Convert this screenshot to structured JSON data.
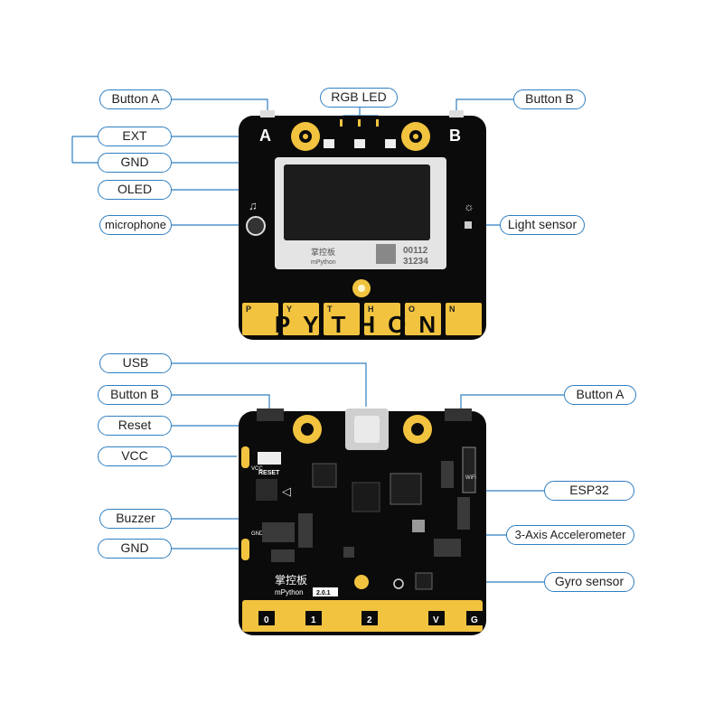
{
  "top_board": {
    "labels": {
      "button_a": "Button A",
      "rgb_led": "RGB LED",
      "button_b": "Button B",
      "ext": "EXT",
      "gnd": "GND",
      "oled": "OLED",
      "microphone": "microphone",
      "light_sensor": "Light sensor"
    },
    "silkscreen": {
      "a": "A",
      "b": "B",
      "pins": [
        "P",
        "Y",
        "T",
        "H",
        "O",
        "N"
      ],
      "logo_cn": "掌控板",
      "logo_en": "mPython",
      "serial_1": "00112",
      "serial_2": "31234",
      "big_text": "PYTHON"
    }
  },
  "bottom_board": {
    "labels": {
      "usb": "USB",
      "button_b": "Button B",
      "reset": "Reset",
      "vcc": "VCC",
      "buzzer": "Buzzer",
      "gnd": "GND",
      "button_a": "Button A",
      "esp32": "ESP32",
      "accelerometer": "3-Axis Accelerometer",
      "gyro": "Gyro sensor"
    },
    "silkscreen": {
      "reset": "RESET",
      "vcc": "VCC",
      "gnd": "GND",
      "logo_cn": "掌控板",
      "logo_en": "mPython",
      "version": "2.0.1",
      "wifi": "WiFi",
      "pins": [
        "0",
        "1",
        "2",
        "V",
        "G"
      ]
    }
  },
  "colors": {
    "board": "#0b0b0b",
    "gold": "#f2c33f",
    "callout": "#2f7fc1"
  }
}
